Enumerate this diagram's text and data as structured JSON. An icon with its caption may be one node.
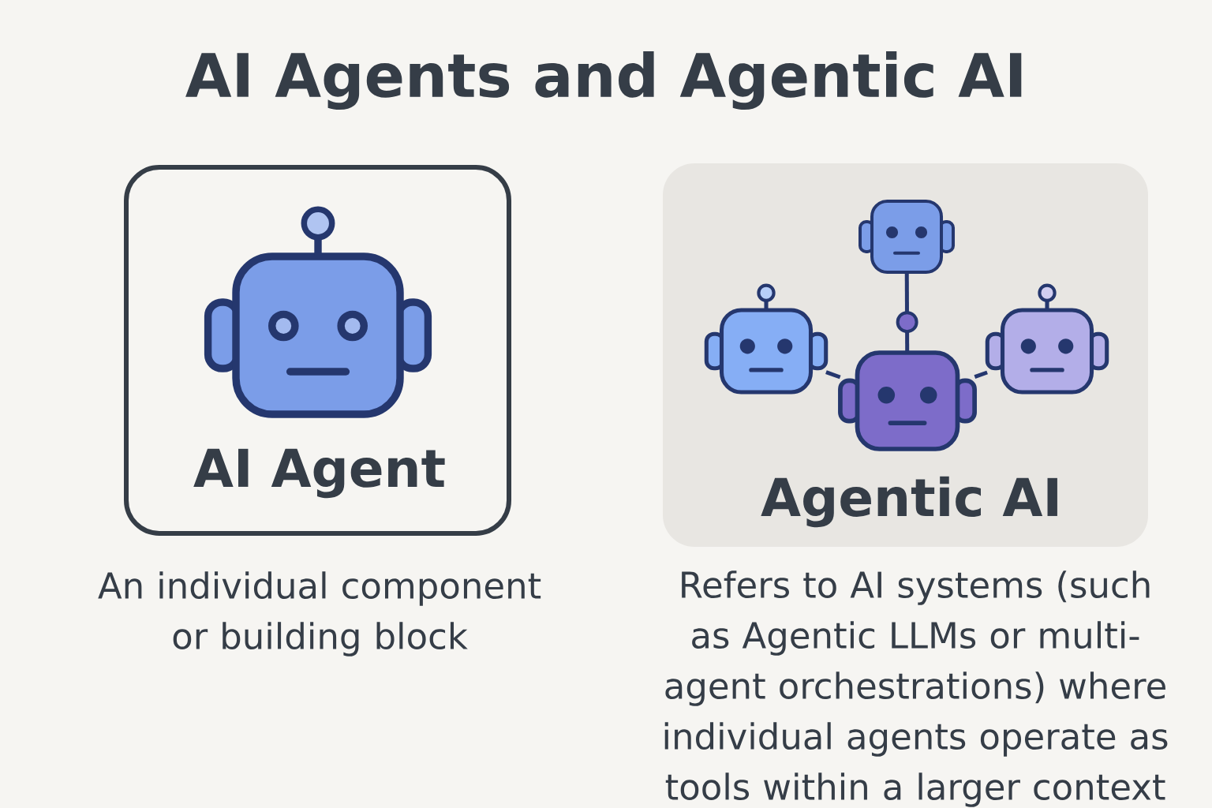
{
  "diagram": {
    "title": "AI Agents and Agentic AI",
    "nodes": [
      {
        "text": [
          "AI Agent"
        ],
        "beside": [
          "An individual component or building block"
        ]
      },
      {
        "text": [
          "Agentic AI"
        ],
        "beside": [
          "Refers to AI systems (such as Agentic LLMs or multi-agent orchestrations) where individual agents operate as tools within a larger context"
        ]
      },
      {
        "text": [],
        "shape": "robot",
        "in": 1
      },
      {
        "text": [],
        "shape": "robot",
        "in": 1
      },
      {
        "text": [],
        "shape": "robot",
        "in": 1
      },
      {
        "text": [],
        "shape": "robot",
        "in": 1
      }
    ],
    "edges": [
      {
        "from": 2,
        "to": 4,
        "arrow": "none"
      },
      {
        "from": 3,
        "to": 4,
        "arrow": "none"
      },
      {
        "from": 5,
        "to": 4,
        "arrow": "none"
      }
    ]
  }
}
